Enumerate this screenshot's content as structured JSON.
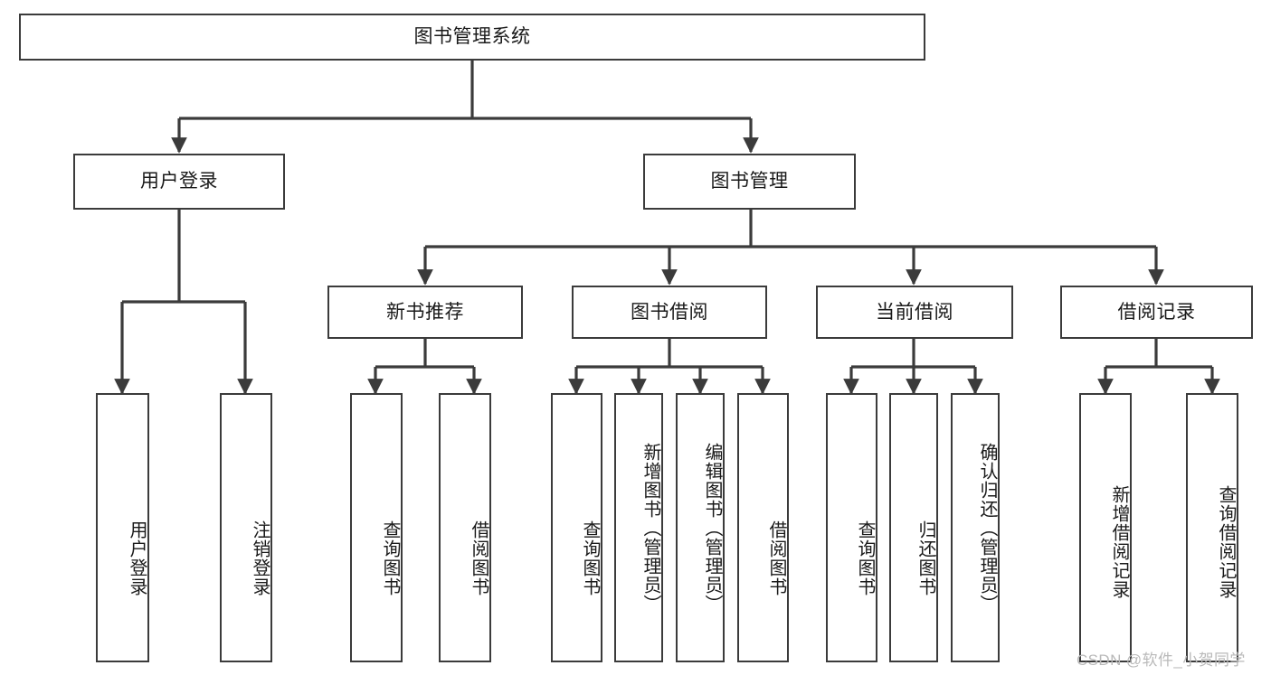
{
  "diagram": {
    "title": "图书管理系统",
    "type": "tree-hierarchy",
    "watermark": "CSDN @软件_小贺同学",
    "colors": {
      "node_border": "#3b3b3b",
      "node_fill": "#ffffff",
      "edge": "#3b3b3b",
      "text": "#1a1a1a",
      "watermark": "#b9b9b9",
      "background": "#ffffff"
    },
    "nodes": {
      "root": {
        "label": "图书管理系统",
        "level": 1,
        "orientation": "horizontal"
      },
      "user_login": {
        "label": "用户登录",
        "level": 2,
        "orientation": "horizontal"
      },
      "book_manage": {
        "label": "图书管理",
        "level": 2,
        "orientation": "horizontal"
      },
      "new_book_rec": {
        "label": "新书推荐",
        "level": 3,
        "orientation": "horizontal"
      },
      "book_borrow": {
        "label": "图书借阅",
        "level": 3,
        "orientation": "horizontal"
      },
      "current_borrow": {
        "label": "当前借阅",
        "level": 3,
        "orientation": "horizontal"
      },
      "borrow_record": {
        "label": "借阅记录",
        "level": 3,
        "orientation": "horizontal"
      },
      "leaf_user_login": {
        "label": "用户登录",
        "level": 4,
        "orientation": "vertical"
      },
      "leaf_logout": {
        "label": "注销登录",
        "level": 4,
        "orientation": "vertical"
      },
      "leaf_query_book_1": {
        "label": "查询图书",
        "level": 4,
        "orientation": "vertical"
      },
      "leaf_borrow_book_1": {
        "label": "借阅图书",
        "level": 4,
        "orientation": "vertical"
      },
      "leaf_query_book_2": {
        "label": "查询图书",
        "level": 4,
        "orientation": "vertical"
      },
      "leaf_add_book": {
        "label": "新增图书（管理员）",
        "level": 4,
        "orientation": "vertical"
      },
      "leaf_edit_book": {
        "label": "编辑图书（管理员）",
        "level": 4,
        "orientation": "vertical"
      },
      "leaf_borrow_book_2": {
        "label": "借阅图书",
        "level": 4,
        "orientation": "vertical"
      },
      "leaf_query_book_3": {
        "label": "查询图书",
        "level": 4,
        "orientation": "vertical"
      },
      "leaf_return_book": {
        "label": "归还图书",
        "level": 4,
        "orientation": "vertical"
      },
      "leaf_confirm_return": {
        "label": "确认归还（管理员）",
        "level": 4,
        "orientation": "vertical"
      },
      "leaf_add_record": {
        "label": "新增借阅记录",
        "level": 4,
        "orientation": "vertical"
      },
      "leaf_query_record": {
        "label": "查询借阅记录",
        "level": 4,
        "orientation": "vertical"
      }
    },
    "edges": [
      {
        "from": "root",
        "to": "user_login"
      },
      {
        "from": "root",
        "to": "book_manage"
      },
      {
        "from": "user_login",
        "to": "leaf_user_login"
      },
      {
        "from": "user_login",
        "to": "leaf_logout"
      },
      {
        "from": "book_manage",
        "to": "new_book_rec"
      },
      {
        "from": "book_manage",
        "to": "book_borrow"
      },
      {
        "from": "book_manage",
        "to": "current_borrow"
      },
      {
        "from": "book_manage",
        "to": "borrow_record"
      },
      {
        "from": "new_book_rec",
        "to": "leaf_query_book_1"
      },
      {
        "from": "new_book_rec",
        "to": "leaf_borrow_book_1"
      },
      {
        "from": "book_borrow",
        "to": "leaf_query_book_2"
      },
      {
        "from": "book_borrow",
        "to": "leaf_add_book"
      },
      {
        "from": "book_borrow",
        "to": "leaf_edit_book"
      },
      {
        "from": "book_borrow",
        "to": "leaf_borrow_book_2"
      },
      {
        "from": "current_borrow",
        "to": "leaf_query_book_3"
      },
      {
        "from": "current_borrow",
        "to": "leaf_return_book"
      },
      {
        "from": "current_borrow",
        "to": "leaf_confirm_return"
      },
      {
        "from": "borrow_record",
        "to": "leaf_add_record"
      },
      {
        "from": "borrow_record",
        "to": "leaf_query_record"
      }
    ]
  }
}
